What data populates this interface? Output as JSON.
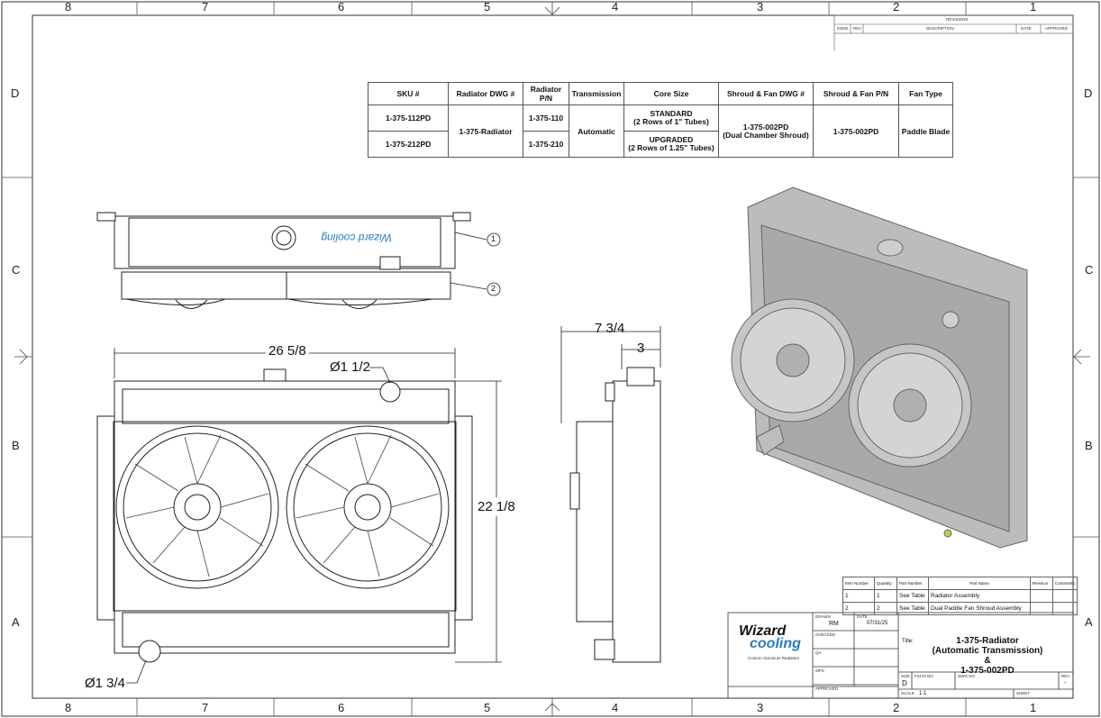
{
  "border": {
    "columns": [
      "8",
      "7",
      "6",
      "5",
      "4",
      "3",
      "2",
      "1"
    ],
    "rows": [
      "D",
      "C",
      "B",
      "A"
    ]
  },
  "revisions": {
    "title": "REVISIONS",
    "headers": [
      "ZONE",
      "REV",
      "DESCRIPTION",
      "DATE",
      "APPROVED"
    ]
  },
  "spec_table": {
    "headers": [
      "SKU #",
      "Radiator DWG #",
      "Radiator P/N",
      "Transmission",
      "Core Size",
      "Shroud & Fan DWG #",
      "Shroud & Fan P/N",
      "Fan Type"
    ],
    "rows": [
      {
        "sku": "1-375-112PD",
        "radiator_pn": "1-375-110",
        "core": "STANDARD\n(2 Rows of 1\" Tubes)"
      },
      {
        "sku": "1-375-212PD",
        "radiator_pn": "1-375-210",
        "core": "UPGRADED\n(2 Rows of 1.25\" Tubes)"
      }
    ],
    "shared": {
      "radiator_dwg": "1-375-Radiator",
      "transmission": "Automatic",
      "shroud_dwg": "1-375-002PD\n(Dual Chamber Shroud)",
      "shroud_pn": "1-375-002PD",
      "fan_type": "Paddle Blade"
    }
  },
  "dimensions": {
    "width": "26 5/8",
    "height": "22 1/8",
    "cap": "Ø1 1/2",
    "outlet": "Ø1 3/4",
    "depth": "7 3/4",
    "core_depth": "3"
  },
  "balloons": [
    "1",
    "2"
  ],
  "top_logo": "Wizard cooling",
  "bom": {
    "headers": [
      "Item Number",
      "Quantity",
      "Part Number",
      "Part Name",
      "Revision",
      "Comments"
    ],
    "rows": [
      [
        "1",
        "1",
        "See Table",
        "Radiator Assembly",
        "",
        ""
      ],
      [
        "2",
        "2",
        "See Table",
        "Dual Paddle Fan Shroud Assembly",
        "",
        ""
      ]
    ]
  },
  "title_block": {
    "logo_main": "Wizard",
    "logo_sub": "cooling",
    "logo_tag": "Custom Aluminum Radiators",
    "drawn_label": "DRAWN",
    "drawn_value": "RM",
    "date_label": "DATE",
    "date_value": "07/31/25",
    "checked_label": "CHECKED",
    "qa_label": "QA",
    "mfg_label": "MFG",
    "approved_label": "APPROVED",
    "title_label": "Title:",
    "title_line1": "1-375-Radiator",
    "title_line2": "(Automatic Transmission)",
    "title_line3": "&",
    "title_line4": "1-375-002PD",
    "size_label": "SIZE",
    "size_value": "D",
    "fscm_label": "FSCM NO",
    "dwg_label": "DWG NO",
    "rev_label": "REV",
    "rev_value": "-",
    "scale_label": "SCALE",
    "scale_value": "1:1",
    "sheet_label": "SHEET"
  },
  "colors": {
    "line": "#222222",
    "metal": "#bcbcbc",
    "metal_dark": "#8e8e8e",
    "logo_blue": "#2b7bbf"
  }
}
